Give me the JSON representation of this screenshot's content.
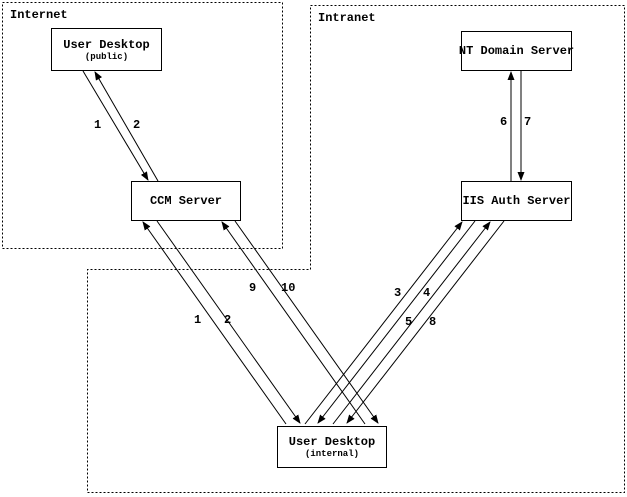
{
  "zones": {
    "internet": {
      "label": "Internet"
    },
    "intranet": {
      "label": "Intranet"
    }
  },
  "nodes": {
    "user_desktop_public": {
      "title": "User Desktop",
      "subtitle": "(public)"
    },
    "ccm_server": {
      "title": "CCM Server"
    },
    "nt_domain_server": {
      "title": "NT Domain Server"
    },
    "iis_auth_server": {
      "title": "IIS Auth Server"
    },
    "user_desktop_internal": {
      "title": "User Desktop",
      "subtitle": "(internal)"
    }
  },
  "edge_labels": {
    "public_to_ccm": "1",
    "ccm_to_public": "2",
    "internal_to_ccm": "1",
    "ccm_to_internal": "2",
    "internal_to_ccm_9": "9",
    "ccm_to_internal_10": "10",
    "internal_to_iis_3": "3",
    "iis_to_internal_4": "4",
    "internal_to_iis_5": "5",
    "iis_to_internal_8": "8",
    "iis_to_nt_6": "6",
    "nt_to_iis_7": "7"
  },
  "colors": {
    "line": "#000000",
    "background": "#ffffff"
  }
}
